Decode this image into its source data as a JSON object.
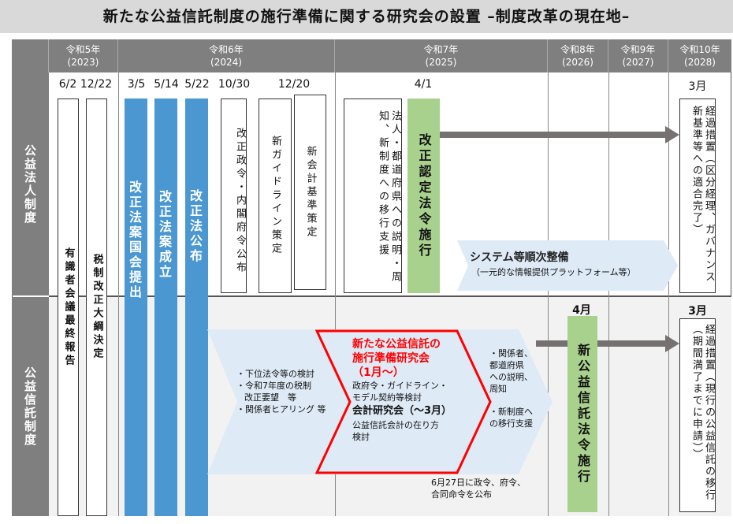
{
  "title": "新たな公益信託制度の施行準備に関する研究会の設置 –制度改革の現在地–",
  "years": [
    {
      "era": "令和5年",
      "year": "(2023)"
    },
    {
      "era": "令和6年",
      "year": "(2024)"
    },
    {
      "era": "令和7年",
      "year": "(2025)"
    },
    {
      "era": "令和8年",
      "year": "(2026)"
    },
    {
      "era": "令和9年",
      "year": "(2027)"
    },
    {
      "era": "令和10年",
      "year": "(2028)"
    }
  ],
  "rows": {
    "corporate": "公益法人制度",
    "trust": "公益信託制度"
  },
  "dates": {
    "d1": "6/2",
    "d2": "12/22",
    "d3": "3/5",
    "d4": "5/14",
    "d5": "5/22",
    "d6": "10/30",
    "d7": "12/20",
    "d8": "4/1",
    "d9": "3月",
    "d10": "4月",
    "d11": "3月"
  },
  "events": {
    "e1": "有識者会議最終報告",
    "e2": "税制改正大綱決定",
    "e3": "改正法案国会提出",
    "e4": "改正法案成立",
    "e5": "改正法公布",
    "e6": "改正政令・内閣府令公布",
    "e7": "新ガイドライン策定",
    "e8": "新会計基準策定",
    "e9": "法人・都道府県への説明・周知、新制度への移行支援",
    "e10": "改正認定法令施行",
    "e11": "経過措置（区分経理、ガバナンス新基準等への適合完了）",
    "e12": "新公益信託法令施行",
    "e13": "経過措置（現行の公益信託の移行（期間満了までに申請））"
  },
  "system": {
    "title": "システム等順次整備",
    "sub": "（一元的な情報提供プラットフォーム等）"
  },
  "prep": {
    "l1": "・下位法令等の検討",
    "l2": "・令和7年度の税制",
    "l3": "改正要望　等",
    "l4": "・関係者ヒアリング 等"
  },
  "study": {
    "t1": "新たな公益信託の",
    "t2": "施行準備研究会",
    "t3": "（1月～）",
    "s1": "政府令・ガイドライン・",
    "s2": "モデル契約等検討",
    "t4": "会計研究会（～3月）",
    "s3": "公益信託会計の在り方",
    "s4": "検討"
  },
  "after": {
    "a1": "・関係者、",
    "a2": "都道府県",
    "a3": "への説明、",
    "a4": "周知",
    "a5": "・新制度へ",
    "a6": "の移行支援"
  },
  "note": {
    "n1": "6月27日に政令、府令、",
    "n2": "合同命令を公布"
  }
}
